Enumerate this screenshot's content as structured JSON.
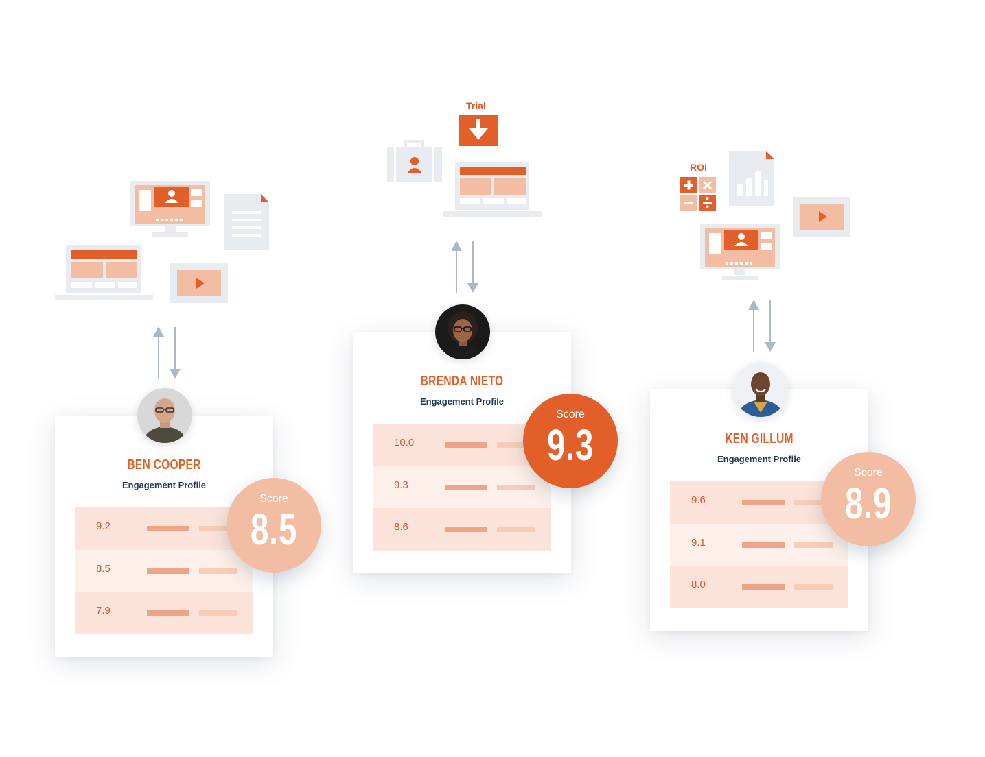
{
  "profiles": [
    {
      "name": "BEN COOPER",
      "subtitle": "Engagement Profile",
      "score_label": "Score",
      "score": "8.5",
      "rows": [
        "9.2",
        "8.5",
        "7.9"
      ],
      "score_color": "#f3bda3"
    },
    {
      "name": "BRENDA NIETO",
      "subtitle": "Engagement Profile",
      "score_label": "Score",
      "score": "9.3",
      "rows": [
        "10.0",
        "9.3",
        "8.6"
      ],
      "score_color": "#e25f29"
    },
    {
      "name": "KEN GILLUM",
      "subtitle": "Engagement Profile",
      "score_label": "Score",
      "score": "8.9",
      "rows": [
        "9.6",
        "9.1",
        "8.0"
      ],
      "score_color": "#f3bda3"
    }
  ],
  "labels": {
    "trial": "Trial",
    "roi": "ROI"
  },
  "colors": {
    "accent": "#e25f29",
    "accent_light": "#f3bda3",
    "row_dark": "#fbe3d9",
    "row_light": "#fdf0ea",
    "icon_gray": "#e8ebf0",
    "arrow": "#a9b9c9",
    "navy": "#1f3b57"
  },
  "icons": [
    "desktop-monitor-icon",
    "document-icon",
    "laptop-icon",
    "video-player-icon",
    "briefcase-icon",
    "trial-download-icon",
    "calculator-icon",
    "bar-chart-document-icon",
    "exchange-arrows-icon"
  ]
}
